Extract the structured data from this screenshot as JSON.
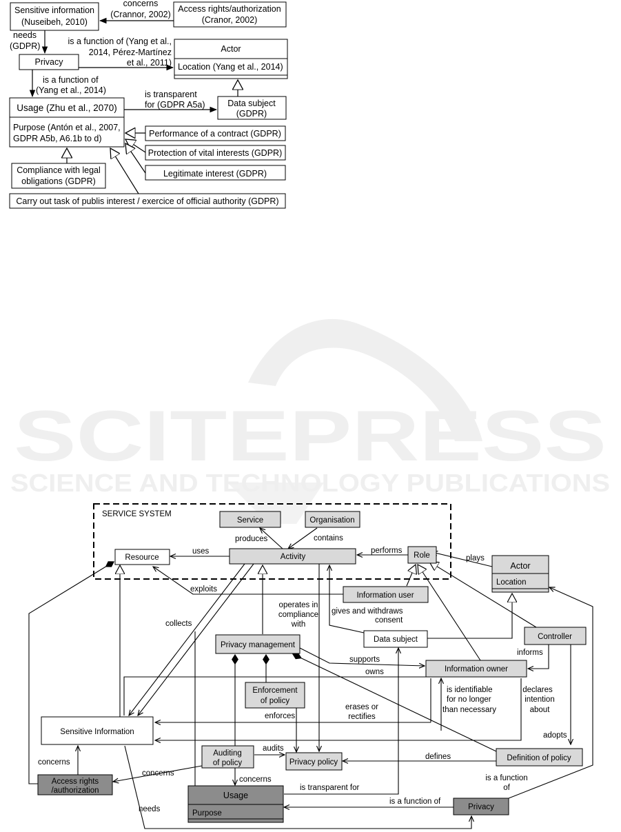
{
  "watermark": {
    "brand": "SCITEPRESS",
    "tagline": "SCIENCE AND TECHNOLOGY PUBLICATIONS"
  },
  "colors": {
    "box_light": "#d9d9d9",
    "box_dark": "#8c8c8c",
    "stroke": "#000000",
    "watermark": "#efefef"
  },
  "top_diagram": {
    "boxes": {
      "sensitive_information": "Sensitive information",
      "sensitive_information_ref": "(Nuseibeh, 2010)",
      "access_rights": "Access rights/authorization",
      "access_rights_ref": "(Cranor, 2002)",
      "privacy": "Privacy",
      "actor": "Actor",
      "actor_location": "Location (Yang et al., 2014)",
      "usage": "Usage (Zhu et al., 2070)",
      "usage_purpose_1": "Purpose (Antón et al., 2007,",
      "usage_purpose_2": "GDPR A5b, A6.1b to d)",
      "data_subject": "Data subject",
      "data_subject_ref": "(GDPR)",
      "performance_contract": "Performance of a contract (GDPR)",
      "vital_interests": "Protection of vital interests (GDPR)",
      "legitimate_interest": "Legitimate interest (GDPR)",
      "compliance_1": "Compliance with legal",
      "compliance_2": "obligations (GDPR)",
      "public_interest": "Carry out task of publis interest / exercice of official authority (GDPR)"
    },
    "labels": {
      "concerns_1": "concerns",
      "concerns_2": "(Crannor, 2002)",
      "needs_1": "needs",
      "needs_2": "(GDPR)",
      "function_actor_1": "is a function of (Yang et al.,",
      "function_actor_2": "2014, Pérez-Martínez",
      "function_actor_3": "et al., 2011)",
      "function_usage_1": "is a function of",
      "function_usage_2": "(Yang et al., 2014)",
      "transparent_1": "is transparent",
      "transparent_2": "for (GDPR A5a)"
    }
  },
  "bottom_diagram": {
    "service_system": "SERVICE SYSTEM",
    "boxes": {
      "service": "Service",
      "organisation": "Organisation",
      "resource": "Resource",
      "activity": "Activity",
      "role": "Role",
      "actor": "Actor",
      "actor_location": "Location",
      "information_user": "Information user",
      "data_subject": "Data subject",
      "controller": "Controller",
      "privacy_management": "Privacy management",
      "information_owner": "Information owner",
      "enforcement_1": "Enforcement",
      "enforcement_2": "of policy",
      "sensitive_information": "Sensitive Information",
      "auditing_1": "Auditing",
      "auditing_2": "of policy",
      "privacy_policy": "Privacy policy",
      "definition_of_policy": "Definition of policy",
      "access_rights_1": "Access rights",
      "access_rights_2": "/authorization",
      "usage": "Usage",
      "usage_purpose": "Purpose",
      "privacy": "Privacy"
    },
    "labels": {
      "produces": "produces",
      "contains": "contains",
      "uses": "uses",
      "performs": "performs",
      "plays": "plays",
      "exploits": "exploits",
      "collects": "collects",
      "operates_1": "operates in",
      "operates_2": "compliance",
      "operates_3": "with",
      "gives_1": "gives and withdraws",
      "gives_2": "consent",
      "informs": "informs",
      "supports": "supports",
      "owns": "owns",
      "identifiable_1": "is identifiable",
      "identifiable_2": "for no longer",
      "identifiable_3": "than necessary",
      "declares_1": "declares",
      "declares_2": "intention",
      "declares_3": "about",
      "erases_1": "erases or",
      "erases_2": "rectifies",
      "enforces": "enforces",
      "adopts": "adopts",
      "audits": "audits",
      "defines": "defines",
      "concerns_left": "concerns",
      "concerns_auditing": "concerns",
      "concerns_usage": "concerns",
      "transparent": "is transparent for",
      "function_of_1": "is a function",
      "function_of_2": "of",
      "function_of_usage": "is a function of",
      "needs": "needs"
    }
  }
}
